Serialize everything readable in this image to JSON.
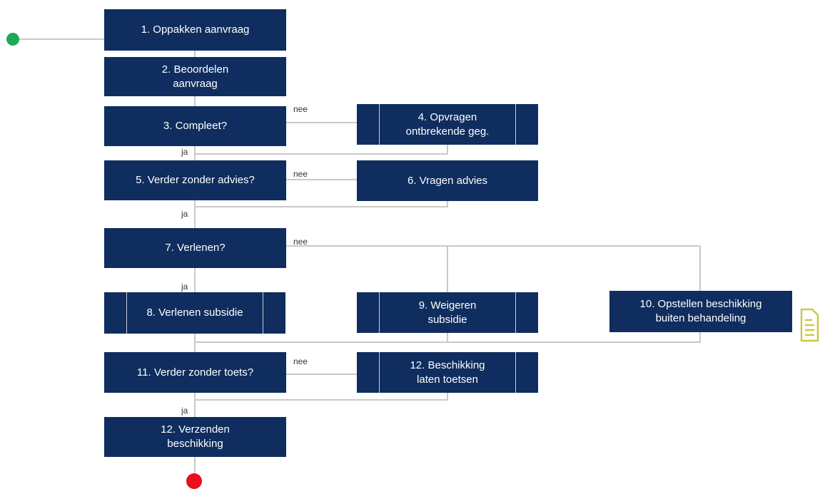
{
  "colors": {
    "box_fill": "#0f2d5e",
    "box_text": "#ffffff",
    "connector": "#c9c9c9",
    "start": "#1aaa55",
    "end": "#e8101b",
    "doc_icon": "#c9c94a"
  },
  "steps": {
    "s1": "1.  Oppakken aanvraag",
    "s2": "2.  Beoordelen\naanvraag",
    "s3": "3. Compleet?",
    "s4": "4. Opvragen\nontbrekende geg.",
    "s5": "5. Verder zonder advies?",
    "s6": "6. Vragen advies",
    "s7": "7. Verlenen?",
    "s8": "8. Verlenen subsidie",
    "s9": "9. Weigeren\nsubsidie",
    "s10": "10.  Opstellen beschikking\nbuiten behandeling",
    "s11": "11. Verder zonder toets?",
    "s12a": "12. Beschikking\nlaten toetsen",
    "s12b": "12. Verzenden\nbeschikking"
  },
  "labels": {
    "nee1": "nee",
    "ja1": "ja",
    "nee2": "nee",
    "ja2": "ja",
    "nee3": "nee",
    "ja3": "ja",
    "nee4": "nee",
    "ja4": "ja"
  },
  "icons": {
    "start": "start-event",
    "end": "end-event",
    "document": "document-icon"
  }
}
